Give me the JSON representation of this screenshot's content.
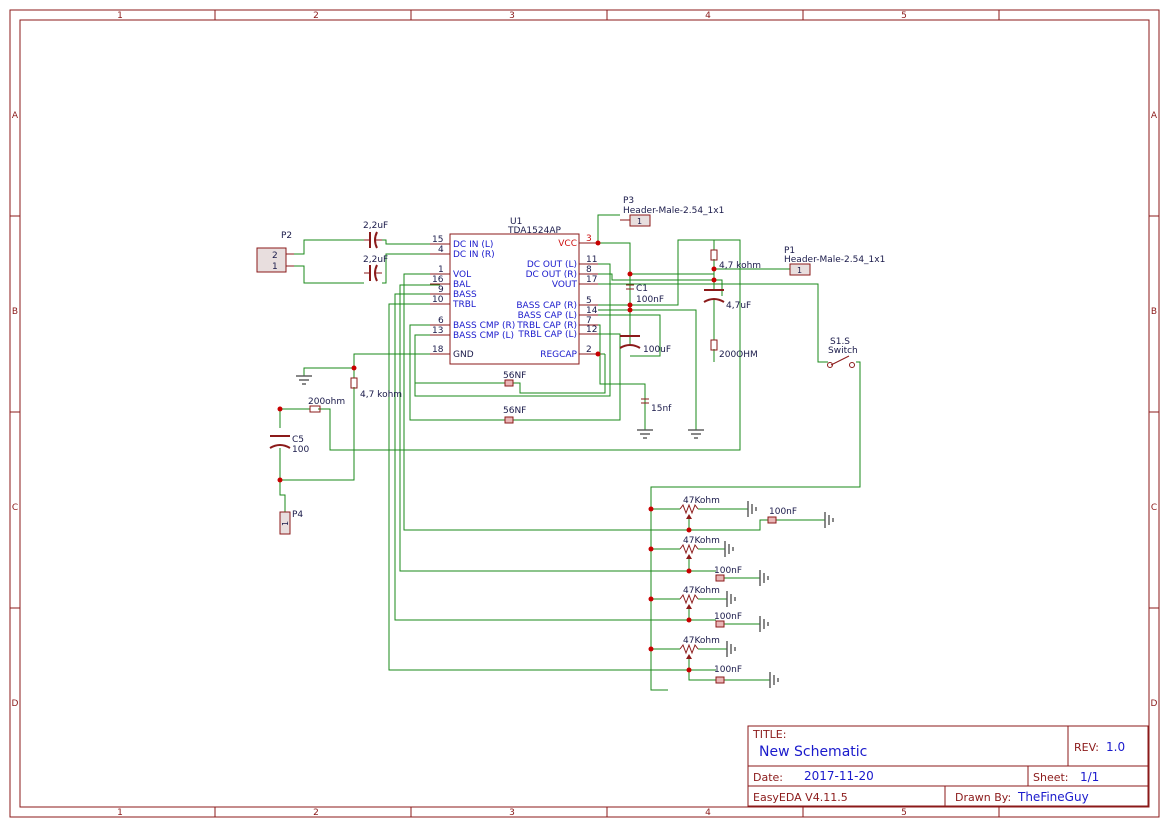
{
  "frame": {
    "columns": [
      "1",
      "2",
      "3",
      "4",
      "5"
    ],
    "rows": [
      "A",
      "B",
      "C",
      "D"
    ]
  },
  "title_block": {
    "title_label": "TITLE:",
    "title_value": "New Schematic",
    "rev_label": "REV:",
    "rev_value": "1.0",
    "date_label": "Date:",
    "date_value": "2017-11-20",
    "sheet_label": "Sheet:",
    "sheet_value": "1/1",
    "software": "EasyEDA V4.11.5",
    "drawn_label": "Drawn By:",
    "drawn_value": "TheFineGuy"
  },
  "ic": {
    "ref": "U1",
    "part": "TDA1524AP",
    "left_pins": [
      {
        "num": "15",
        "name": "DC IN (L)"
      },
      {
        "num": "4",
        "name": "DC IN (R)"
      },
      {
        "num": "1",
        "name": "VOL"
      },
      {
        "num": "16",
        "name": "BAL"
      },
      {
        "num": "9",
        "name": "BASS"
      },
      {
        "num": "10",
        "name": "TRBL"
      },
      {
        "num": "6",
        "name": "BASS CMP (R)"
      },
      {
        "num": "13",
        "name": "BASS CMP (L)"
      },
      {
        "num": "18",
        "name": "GND"
      }
    ],
    "right_pins": [
      {
        "num": "3",
        "name": "VCC"
      },
      {
        "num": "11",
        "name": "DC OUT (L)"
      },
      {
        "num": "8",
        "name": "DC OUT (R)"
      },
      {
        "num": "17",
        "name": "VOUT"
      },
      {
        "num": "5",
        "name": "BASS CAP (R)"
      },
      {
        "num": "14",
        "name": "BASS CAP (L)"
      },
      {
        "num": "7",
        "name": "TRBL CAP (R)"
      },
      {
        "num": "12",
        "name": "TRBL CAP (L)"
      },
      {
        "num": "2",
        "name": "REGCAP"
      }
    ]
  },
  "components": {
    "p2": {
      "ref": "P2",
      "pin2": "2",
      "pin1": "1"
    },
    "p3": {
      "ref": "P3",
      "part": "Header-Male-2.54_1x1",
      "pin": "1"
    },
    "p1": {
      "ref": "P1",
      "part": "Header-Male-2.54_1x1",
      "pin": "1"
    },
    "p4": {
      "ref": "P4",
      "pin": "1"
    },
    "cap_in_1": "2,2uF",
    "cap_in_2": "2,2uF",
    "c1_ref": "C1",
    "c1_value": "100nF",
    "cap_100uf": "100uF",
    "r_4k7_top": "4,7 kohm",
    "cap_4u7": "4,7uF",
    "r_200ohm_right": "200OHM",
    "r_4k7_left": "4,7 kohm",
    "r_200ohm_left": "200ohm",
    "c5_ref": "C5",
    "c5_value": "100",
    "cap_56nf_1": "56NF",
    "cap_56nf_2": "56NF",
    "cap_15nf": "15nf",
    "switch_ref": "S1.S",
    "switch_name": "Switch",
    "pots": [
      "47Kohm",
      "47Kohm",
      "47Kohm",
      "47Kohm"
    ],
    "caps_100nf": [
      "100nF",
      "100nF",
      "100nF",
      "100nF"
    ]
  }
}
